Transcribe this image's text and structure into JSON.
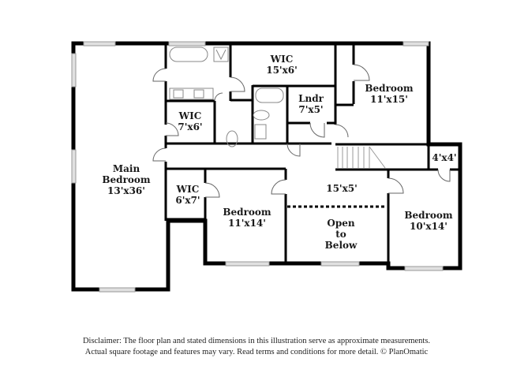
{
  "floor_plan": {
    "rooms": [
      {
        "id": "main-bedroom",
        "name": "Main\nBedroom",
        "line1": "Main",
        "line2": "Bedroom",
        "dims": "13'x36'"
      },
      {
        "id": "wic-top",
        "name": "WIC",
        "dims": "15'x6'"
      },
      {
        "id": "wic-bath",
        "name": "WIC",
        "dims": "7'x6'"
      },
      {
        "id": "laundry",
        "name": "Lndr",
        "dims": "7'x5'"
      },
      {
        "id": "bedroom-ne",
        "name": "Bedroom",
        "dims": "11'x15'"
      },
      {
        "id": "closet-4x4",
        "name": "",
        "dims": "4'x4'"
      },
      {
        "id": "wic-small",
        "name": "WIC",
        "dims": "6'x7'"
      },
      {
        "id": "bedroom-s",
        "name": "Bedroom",
        "dims": "11'x14'"
      },
      {
        "id": "hall",
        "name": "",
        "dims": "15'x5'"
      },
      {
        "id": "open-below",
        "line1": "Open",
        "line2": "to",
        "line3": "Below"
      },
      {
        "id": "bedroom-se",
        "name": "Bedroom",
        "dims": "10'x14'"
      }
    ]
  },
  "disclaimer": {
    "line1": "Disclaimer: The floor plan and stated dimensions in this illustration serve as approximate measurements.",
    "line2": "Actual square footage and features may vary. Read terms and conditions for more detail. © PlanOmatic"
  },
  "colors": {
    "wall": "#000000",
    "window": "#bdbdbd",
    "fixture": "#888888",
    "background": "#ffffff"
  }
}
